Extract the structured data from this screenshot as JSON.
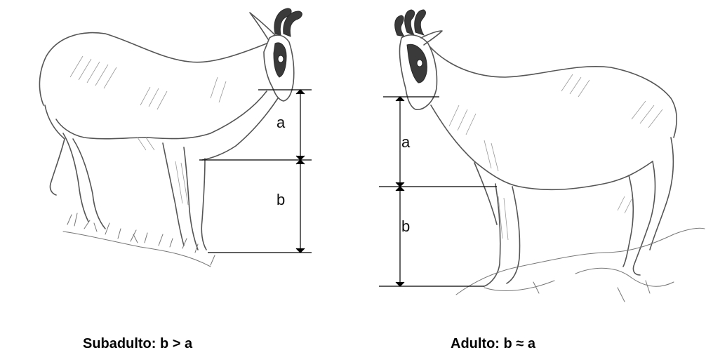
{
  "left_panel": {
    "label_a": "a",
    "label_b": "b",
    "caption": "Subadulto: b > a"
  },
  "right_panel": {
    "label_a": "a",
    "label_b": "b",
    "caption": "Adulto: b ≈ a"
  },
  "icons": [
    "chamois-subadult-sketch",
    "chamois-adult-sketch"
  ]
}
